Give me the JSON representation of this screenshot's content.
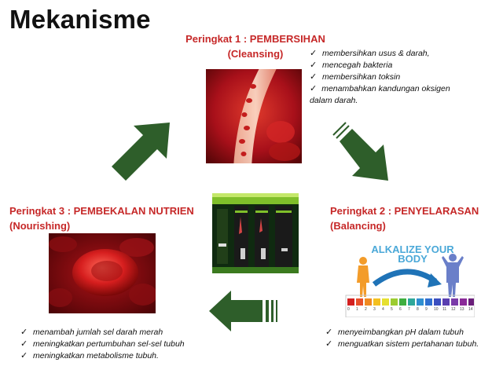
{
  "title": "Mekanisme",
  "stages": {
    "cleansing": {
      "heading_line1": "Peringkat 1 : PEMBERSIHAN",
      "heading_line2": "(Cleansing)",
      "bullets": [
        "membersihkan usus & darah,",
        "mencegah bakteria",
        "membersihkan toksin",
        "menambahkan kandungan oksigen dalam darah."
      ]
    },
    "balancing": {
      "heading_line1": "Peringkat 2 : PENYELARASAN",
      "heading_line2": "(Balancing)",
      "image_text_line1": "ALKALIZE YOUR",
      "image_text_line2": "BODY",
      "ph_numbers": [
        "0",
        "1",
        "2",
        "3",
        "4",
        "5",
        "6",
        "7",
        "8",
        "9",
        "10",
        "11",
        "12",
        "13",
        "14"
      ],
      "bullets": [
        "menyeimbangkan pH dalam tubuh",
        "menguatkan sistem pertahanan tubuh."
      ]
    },
    "nourishing": {
      "heading_line1": "Peringkat 3 : PEMBEKALAN NUTRIEN",
      "heading_line2": "(Nourishing)",
      "bullets": [
        "menambah jumlah sel darah merah",
        "meningkatkan pertumbuhan sel-sel tubuh",
        "meningkatkan metabolisme tubuh."
      ]
    }
  },
  "colors": {
    "heading": "#c62828",
    "arrow": "#2e5e2a",
    "blood": "#c4161c"
  },
  "icons": [
    "checkmark-icon",
    "arrow-up-right-icon",
    "arrow-down-right-icon",
    "arrow-left-icon"
  ]
}
